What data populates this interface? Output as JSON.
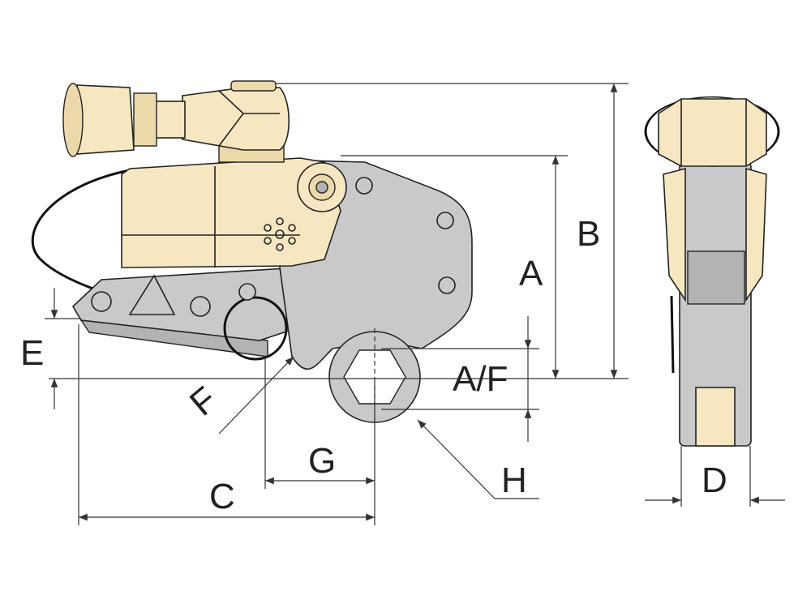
{
  "title": "Hydraulic low-profile torque wrench dimension drawing",
  "labels": {
    "A": "A",
    "B": "B",
    "C": "C",
    "D": "D",
    "E": "E",
    "F": "F",
    "G": "G",
    "H": "H",
    "AF": "A/F"
  },
  "colors": {
    "body": "#f6e7c1",
    "plate": "#c9c9cb",
    "line": "#222222"
  }
}
